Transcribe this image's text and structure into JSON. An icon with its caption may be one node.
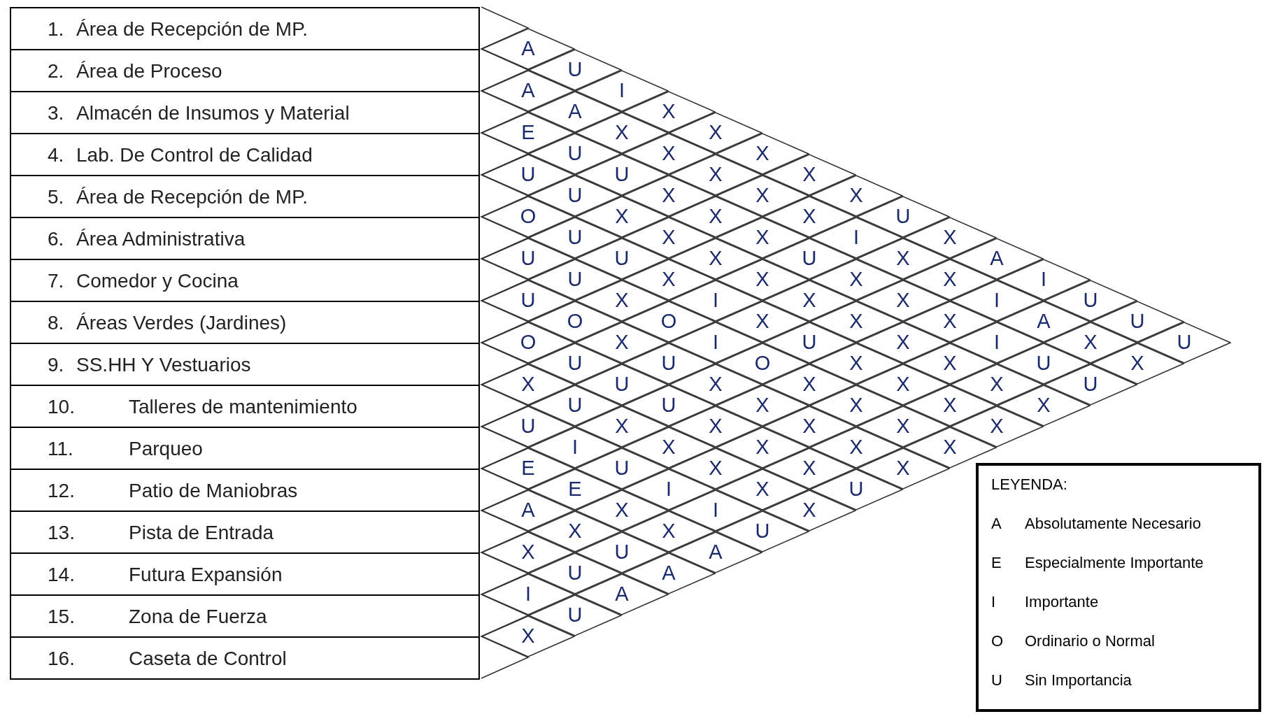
{
  "diagram": {
    "nodes": [
      {
        "text": [
          "1.",
          "Área de Recepción de MP."
        ]
      },
      {
        "text": [
          "2.",
          "Área de Proceso"
        ]
      },
      {
        "text": [
          "3.",
          "Almacén de Insumos y Material"
        ]
      },
      {
        "text": [
          "4.",
          "Lab. De Control de Calidad"
        ]
      },
      {
        "text": [
          "5.",
          "Área de Recepción de MP."
        ]
      },
      {
        "text": [
          "6.",
          "Área Administrativa"
        ]
      },
      {
        "text": [
          "7.",
          "Comedor y Cocina"
        ]
      },
      {
        "text": [
          "8.",
          "Áreas Verdes (Jardines)"
        ]
      },
      {
        "text": [
          "9.",
          "SS.HH Y Vestuarios"
        ]
      },
      {
        "text": [
          "10.",
          "Talleres de mantenimiento"
        ]
      },
      {
        "text": [
          "11.",
          "Parqueo"
        ]
      },
      {
        "text": [
          "12.",
          "Patio de Maniobras"
        ]
      },
      {
        "text": [
          "13.",
          "Pista de Entrada"
        ]
      },
      {
        "text": [
          "14.",
          "Futura Expansión"
        ]
      },
      {
        "text": [
          "15.",
          "Zona de Fuerza"
        ]
      },
      {
        "text": [
          "16.",
          "Caseta de Control"
        ]
      },
      {
        "text": [
          "A"
        ]
      },
      {
        "text": [
          "U"
        ]
      },
      {
        "text": [
          "I"
        ]
      },
      {
        "text": [
          "X"
        ]
      },
      {
        "text": [
          "X"
        ]
      },
      {
        "text": [
          "X"
        ]
      },
      {
        "text": [
          "X"
        ]
      },
      {
        "text": [
          "X"
        ]
      },
      {
        "text": [
          "U"
        ]
      },
      {
        "text": [
          "X"
        ]
      },
      {
        "text": [
          "A"
        ]
      },
      {
        "text": [
          "I"
        ]
      },
      {
        "text": [
          "U"
        ]
      },
      {
        "text": [
          "U"
        ]
      },
      {
        "text": [
          "U"
        ]
      },
      {
        "text": [
          "A"
        ]
      },
      {
        "text": [
          "A"
        ]
      },
      {
        "text": [
          "X"
        ]
      },
      {
        "text": [
          "X"
        ]
      },
      {
        "text": [
          "X"
        ]
      },
      {
        "text": [
          "X"
        ]
      },
      {
        "text": [
          "X"
        ]
      },
      {
        "text": [
          "I"
        ]
      },
      {
        "text": [
          "X"
        ]
      },
      {
        "text": [
          "X"
        ]
      },
      {
        "text": [
          "I"
        ]
      },
      {
        "text": [
          "A"
        ]
      },
      {
        "text": [
          "X"
        ]
      },
      {
        "text": [
          "X"
        ]
      },
      {
        "text": [
          "E"
        ]
      },
      {
        "text": [
          "U"
        ]
      },
      {
        "text": [
          "U"
        ]
      },
      {
        "text": [
          "X"
        ]
      },
      {
        "text": [
          "X"
        ]
      },
      {
        "text": [
          "X"
        ]
      },
      {
        "text": [
          "U"
        ]
      },
      {
        "text": [
          "X"
        ]
      },
      {
        "text": [
          "X"
        ]
      },
      {
        "text": [
          "X"
        ]
      },
      {
        "text": [
          "I"
        ]
      },
      {
        "text": [
          "U"
        ]
      },
      {
        "text": [
          "U"
        ]
      },
      {
        "text": [
          "U"
        ]
      },
      {
        "text": [
          "U"
        ]
      },
      {
        "text": [
          "X"
        ]
      },
      {
        "text": [
          "X"
        ]
      },
      {
        "text": [
          "X"
        ]
      },
      {
        "text": [
          "X"
        ]
      },
      {
        "text": [
          "X"
        ]
      },
      {
        "text": [
          "X"
        ]
      },
      {
        "text": [
          "X"
        ]
      },
      {
        "text": [
          "X"
        ]
      },
      {
        "text": [
          "X"
        ]
      },
      {
        "text": [
          "X"
        ]
      },
      {
        "text": [
          "O"
        ]
      },
      {
        "text": [
          "U"
        ]
      },
      {
        "text": [
          "U"
        ]
      },
      {
        "text": [
          "X"
        ]
      },
      {
        "text": [
          "I"
        ]
      },
      {
        "text": [
          "X"
        ]
      },
      {
        "text": [
          "U"
        ]
      },
      {
        "text": [
          "X"
        ]
      },
      {
        "text": [
          "X"
        ]
      },
      {
        "text": [
          "X"
        ]
      },
      {
        "text": [
          "X"
        ]
      },
      {
        "text": [
          "U"
        ]
      },
      {
        "text": [
          "U"
        ]
      },
      {
        "text": [
          "X"
        ]
      },
      {
        "text": [
          "O"
        ]
      },
      {
        "text": [
          "I"
        ]
      },
      {
        "text": [
          "O"
        ]
      },
      {
        "text": [
          "X"
        ]
      },
      {
        "text": [
          "X"
        ]
      },
      {
        "text": [
          "X"
        ]
      },
      {
        "text": [
          "X"
        ]
      },
      {
        "text": [
          "U"
        ]
      },
      {
        "text": [
          "O"
        ]
      },
      {
        "text": [
          "X"
        ]
      },
      {
        "text": [
          "U"
        ]
      },
      {
        "text": [
          "X"
        ]
      },
      {
        "text": [
          "X"
        ]
      },
      {
        "text": [
          "X"
        ]
      },
      {
        "text": [
          "X"
        ]
      },
      {
        "text": [
          "X"
        ]
      },
      {
        "text": [
          "O"
        ]
      },
      {
        "text": [
          "U"
        ]
      },
      {
        "text": [
          "U"
        ]
      },
      {
        "text": [
          "U"
        ]
      },
      {
        "text": [
          "X"
        ]
      },
      {
        "text": [
          "X"
        ]
      },
      {
        "text": [
          "X"
        ]
      },
      {
        "text": [
          "U"
        ]
      },
      {
        "text": [
          "X"
        ]
      },
      {
        "text": [
          "U"
        ]
      },
      {
        "text": [
          "X"
        ]
      },
      {
        "text": [
          "X"
        ]
      },
      {
        "text": [
          "X"
        ]
      },
      {
        "text": [
          "X"
        ]
      },
      {
        "text": [
          "X"
        ]
      },
      {
        "text": [
          "U"
        ]
      },
      {
        "text": [
          "I"
        ]
      },
      {
        "text": [
          "U"
        ]
      },
      {
        "text": [
          "I"
        ]
      },
      {
        "text": [
          "I"
        ]
      },
      {
        "text": [
          "U"
        ]
      },
      {
        "text": [
          "E"
        ]
      },
      {
        "text": [
          "E"
        ]
      },
      {
        "text": [
          "X"
        ]
      },
      {
        "text": [
          "X"
        ]
      },
      {
        "text": [
          "A"
        ]
      },
      {
        "text": [
          "A"
        ]
      },
      {
        "text": [
          "X"
        ]
      },
      {
        "text": [
          "U"
        ]
      },
      {
        "text": [
          "A"
        ]
      },
      {
        "text": [
          "X"
        ]
      },
      {
        "text": [
          "U"
        ]
      },
      {
        "text": [
          "A"
        ]
      },
      {
        "text": [
          "I"
        ]
      },
      {
        "text": [
          "U"
        ]
      },
      {
        "text": [
          "X"
        ]
      },
      {
        "text": [
          "LEYENDA:",
          "A",
          "Absolutamente Necesario",
          "E",
          "Especialmente Importante",
          "I",
          "Importante",
          "O",
          "Ordinario o Normal",
          "U",
          "Sin Importancia"
        ]
      }
    ]
  }
}
